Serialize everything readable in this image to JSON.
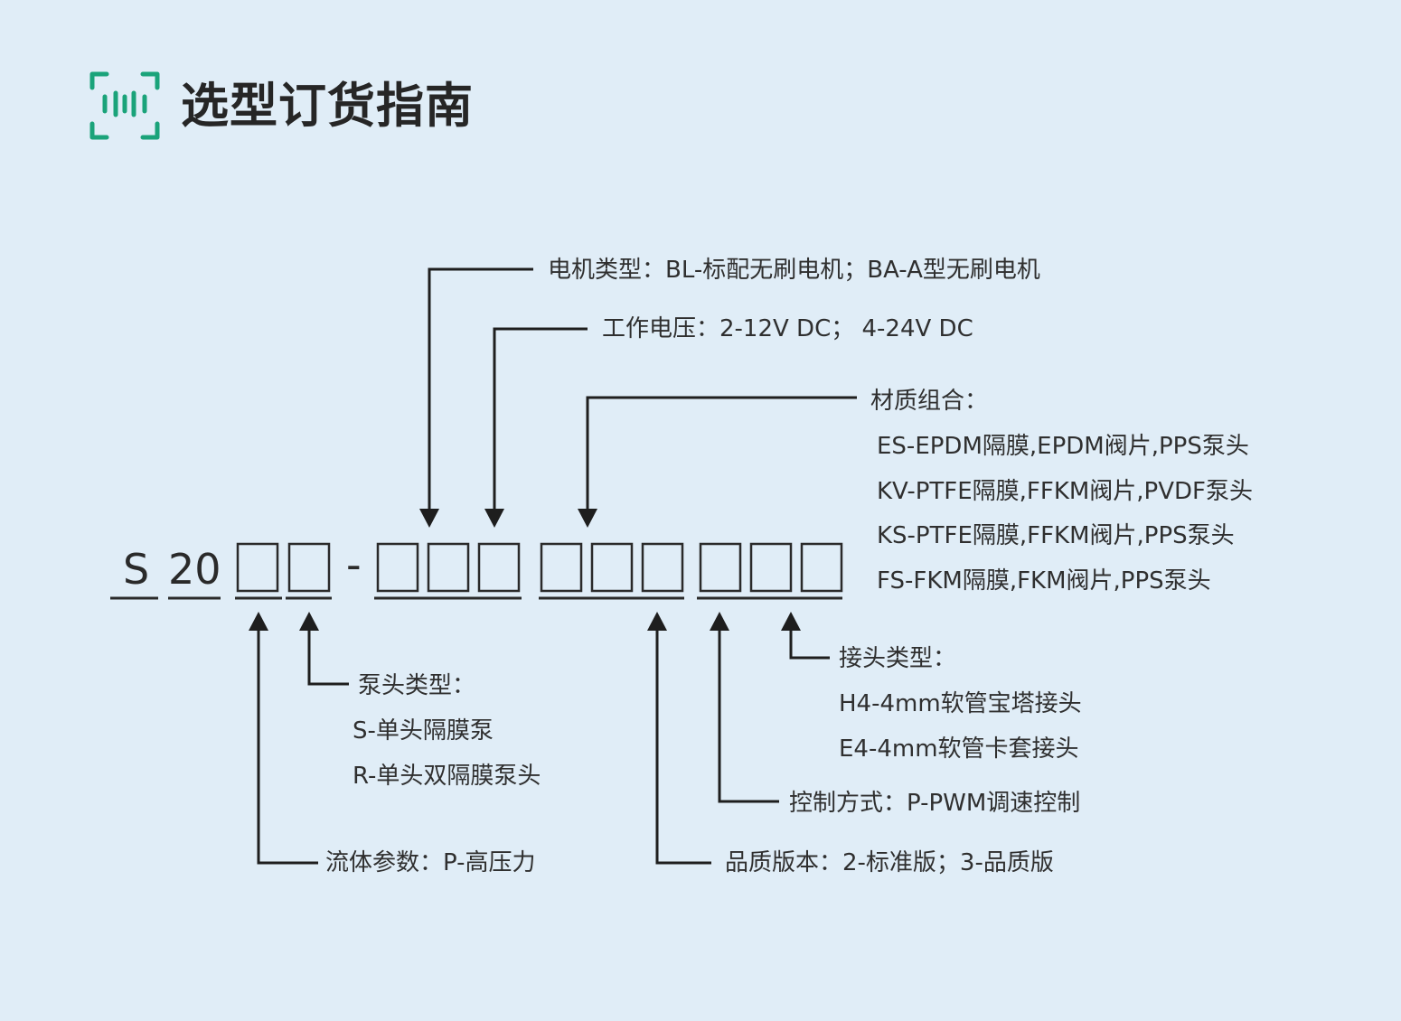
{
  "header": {
    "title": "选型订货指南",
    "icon": "barcode-scan-icon",
    "accent_color": "#1aa37a"
  },
  "code": {
    "prefix": "S",
    "series": "20",
    "separator": "-"
  },
  "annotations": {
    "motor_type": "电机类型：BL-标配无刷电机；BA-A型无刷电机",
    "voltage": "工作电压：2-12V DC；  4-24V DC",
    "material_title": "材质组合：",
    "materials": [
      "ES-EPDM隔膜,EPDM阀片,PPS泵头",
      "KV-PTFE隔膜,FFKM阀片,PVDF泵头",
      "KS-PTFE隔膜,FFKM阀片,PPS泵头",
      "FS-FKM隔膜,FKM阀片,PPS泵头"
    ],
    "connector_title": "接头类型：",
    "connectors": [
      "H4-4mm软管宝塔接头",
      "E4-4mm软管卡套接头"
    ],
    "control": "控制方式：P-PWM调速控制",
    "grade": "品质版本：2-标准版；3-品质版",
    "pump_head_title": "泵头类型：",
    "pump_heads": [
      "S-单头隔膜泵",
      "R-单头双隔膜泵头"
    ],
    "fluid": "流体参数：P-高压力"
  }
}
